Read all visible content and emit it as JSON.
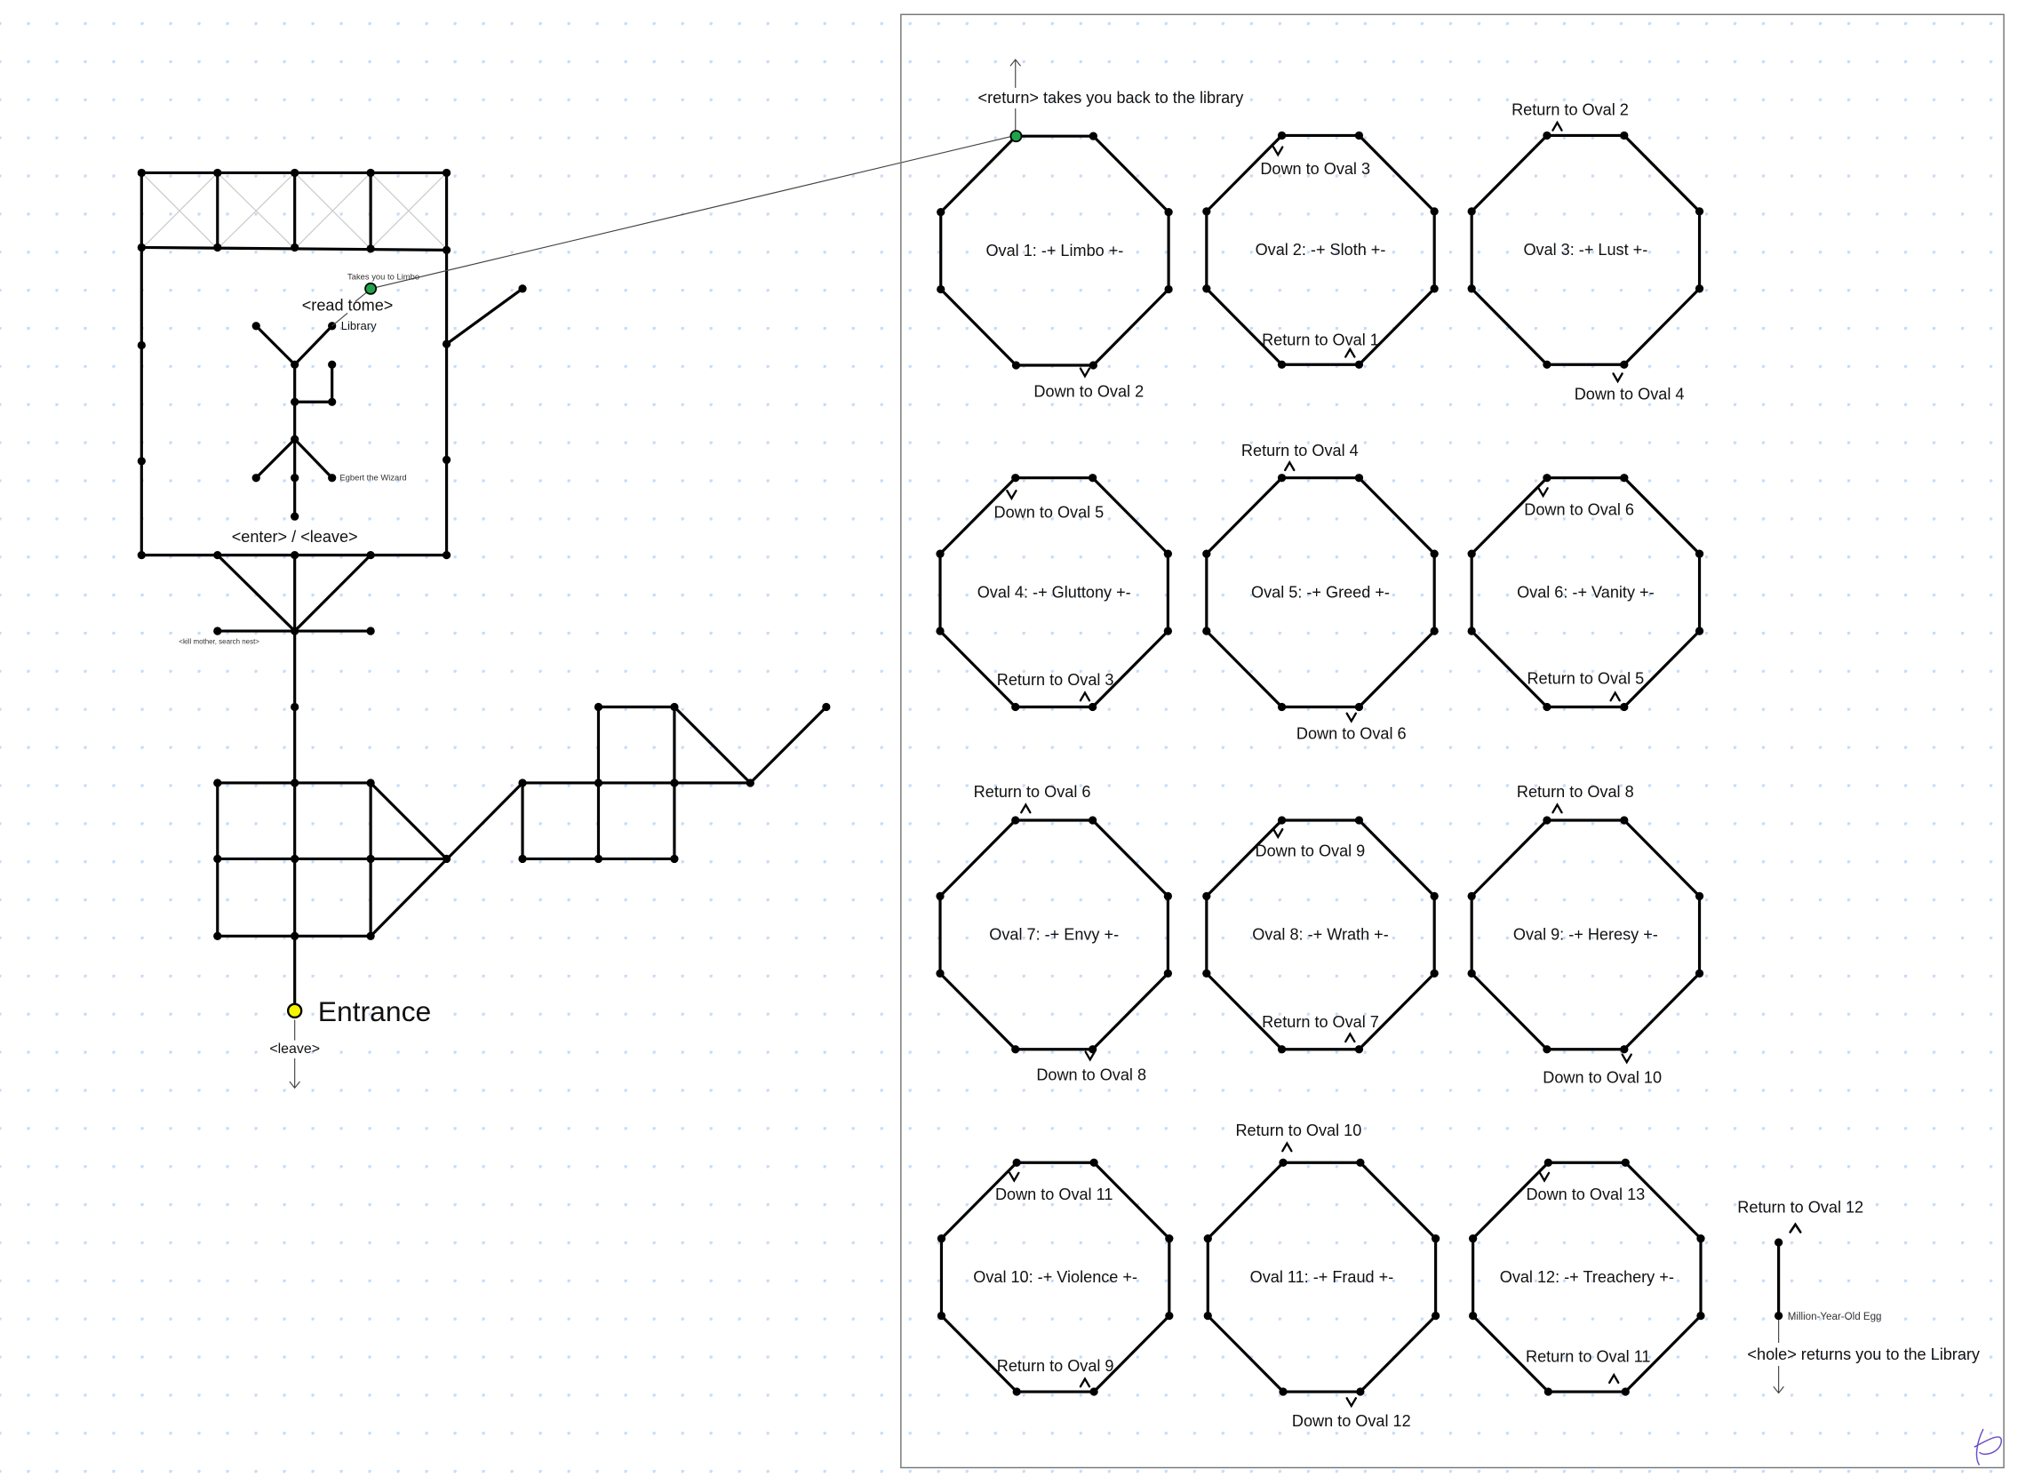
{
  "map": {
    "takes_you_to_limbo": "Takes you to Limbo",
    "read_tome": "<read tome>",
    "library": "Library",
    "egbert": "Egbert the Wizard",
    "enter_leave": "<enter> / <leave>",
    "kill_mother": "<kill mother, search nest>",
    "entrance": "Entrance",
    "leave": "<leave>"
  },
  "panel": {
    "return_note": "<return> takes you back to the library",
    "ovals": [
      {
        "title": "Oval 1: -+ Limbo +-",
        "labels": [
          "Down to Oval 2"
        ]
      },
      {
        "title": "Oval 2: -+ Sloth +-",
        "labels": [
          "Down to Oval 3",
          "Return to Oval 1"
        ]
      },
      {
        "title": "Oval 3: -+ Lust +-",
        "labels": [
          "Return to Oval 2",
          "Down to Oval 4"
        ]
      },
      {
        "title": "Oval 4: -+ Gluttony +-",
        "labels": [
          "Down to Oval 5",
          "Return to Oval 3"
        ]
      },
      {
        "title": "Oval 5: -+ Greed +-",
        "labels": [
          "Return to Oval 4",
          "Down to Oval 6"
        ]
      },
      {
        "title": "Oval 6: -+ Vanity +-",
        "labels": [
          "Down to Oval 6",
          "Return to Oval 5"
        ]
      },
      {
        "title": "Oval 7: -+ Envy +-",
        "labels": [
          "Return to Oval 6",
          "Down to Oval 8"
        ]
      },
      {
        "title": "Oval 8: -+ Wrath +-",
        "labels": [
          "Down to Oval 9",
          "Return to Oval 7"
        ]
      },
      {
        "title": "Oval 9: -+ Heresy +-",
        "labels": [
          "Return to Oval 8",
          "Down to Oval 10"
        ]
      },
      {
        "title": "Oval 10: -+ Violence +-",
        "labels": [
          "Down to Oval 11",
          "Return to Oval 9"
        ]
      },
      {
        "title": "Oval 11: -+ Fraud +-",
        "labels": [
          "Return to Oval 10",
          "Down to Oval 12"
        ]
      },
      {
        "title": "Oval 12: -+ Treachery +-",
        "labels": [
          "Down to Oval 13",
          "Return to Oval 11"
        ]
      }
    ],
    "egg": {
      "return_label": "Return to Oval 12",
      "egg_label": "Million-Year-Old Egg",
      "hole_label": "<hole> returns you to the Library"
    }
  },
  "colors": {
    "grid_dot": "#c5dcf8",
    "node": "#000000",
    "portal": "#1fa34a",
    "entrance": "#f5f500",
    "signature": "#6a4cc7"
  }
}
